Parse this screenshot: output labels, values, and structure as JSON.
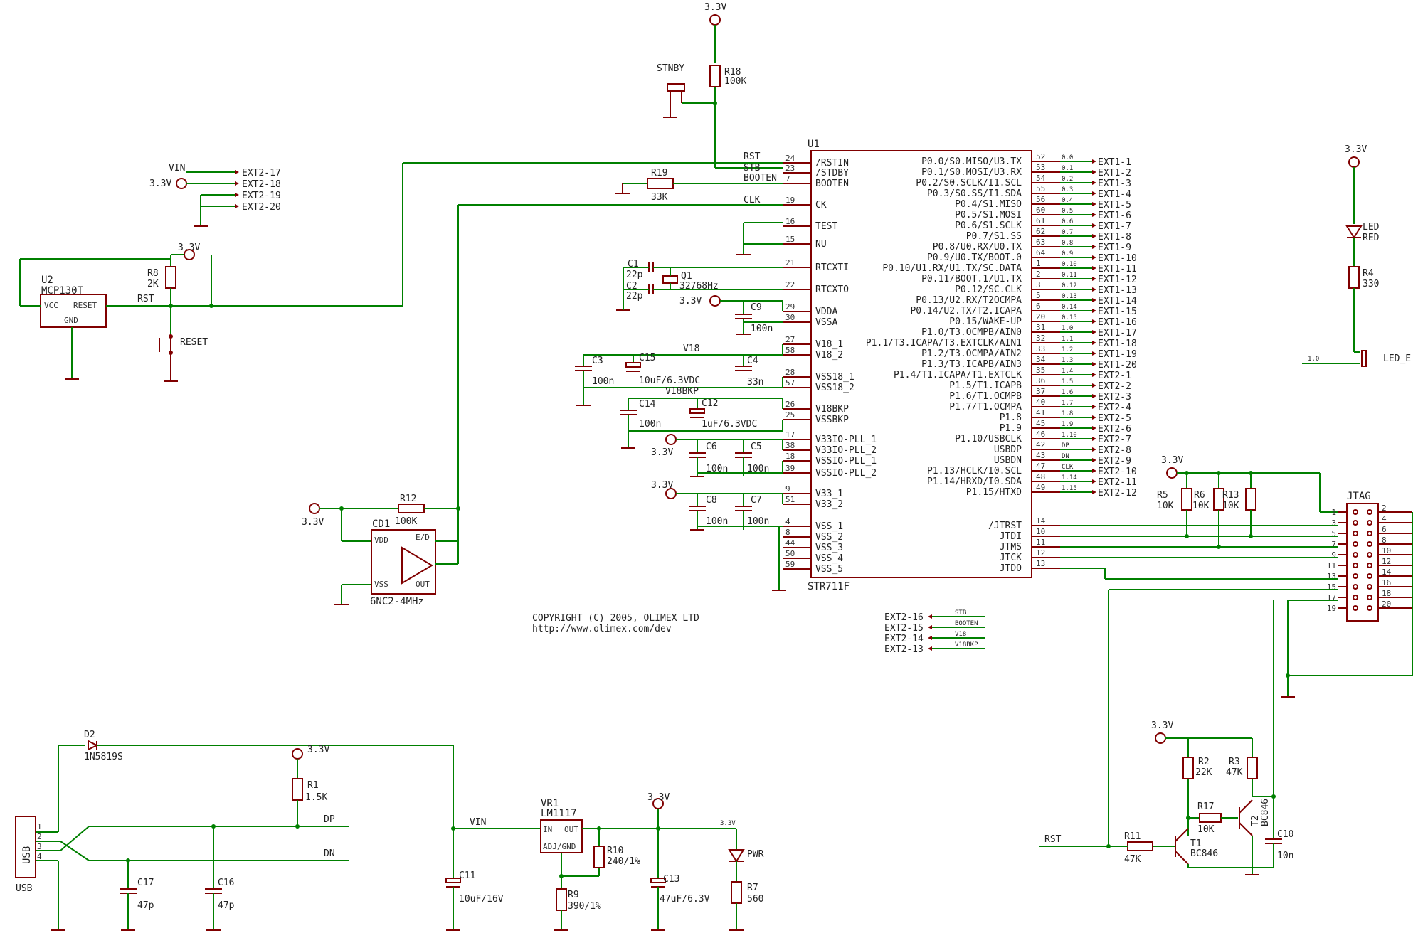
{
  "u1": {
    "name": "U1",
    "part": "STR711F",
    "left_pins": [
      {
        "n": "24",
        "f": "/RSTIN"
      },
      {
        "n": "23",
        "f": "/STDBY"
      },
      {
        "n": "7",
        "f": "BOOTEN"
      },
      {
        "n": "19",
        "f": "CK"
      },
      {
        "n": "16",
        "f": "TEST"
      },
      {
        "n": "15",
        "f": "NU"
      },
      {
        "n": "21",
        "f": "RTCXTI"
      },
      {
        "n": "22",
        "f": "RTCXTO"
      },
      {
        "n": "29",
        "f": "VDDA"
      },
      {
        "n": "30",
        "f": "VSSA"
      },
      {
        "n": "27",
        "f": "V18_1"
      },
      {
        "n": "58",
        "f": "V18_2"
      },
      {
        "n": "28",
        "f": "VSS18_1"
      },
      {
        "n": "57",
        "f": "VSS18_2"
      },
      {
        "n": "26",
        "f": "V18BKP"
      },
      {
        "n": "25",
        "f": "VSSBKP"
      },
      {
        "n": "17",
        "f": "V33IO-PLL_1"
      },
      {
        "n": "38",
        "f": "V33IO-PLL_2"
      },
      {
        "n": "18",
        "f": "VSSIO-PLL_1"
      },
      {
        "n": "39",
        "f": "VSSIO-PLL_2"
      },
      {
        "n": "9",
        "f": "V33_1"
      },
      {
        "n": "51",
        "f": "V33_2"
      },
      {
        "n": "4",
        "f": "VSS_1"
      },
      {
        "n": "8",
        "f": "VSS_2"
      },
      {
        "n": "44",
        "f": "VSS_3"
      },
      {
        "n": "50",
        "f": "VSS_4"
      },
      {
        "n": "59",
        "f": "VSS_5"
      }
    ],
    "right_pins": [
      {
        "f": "P0.0/S0.MISO/U3.TX",
        "n": "52",
        "net": "0.0",
        "ext": "EXT1-1"
      },
      {
        "f": "P0.1/S0.MOSI/U3.RX",
        "n": "53",
        "net": "0.1",
        "ext": "EXT1-2"
      },
      {
        "f": "P0.2/S0.SCLK/I1.SCL",
        "n": "54",
        "net": "0.2",
        "ext": "EXT1-3"
      },
      {
        "f": "P0.3/S0.SS/I1.SDA",
        "n": "55",
        "net": "0.3",
        "ext": "EXT1-4"
      },
      {
        "f": "P0.4/S1.MISO",
        "n": "56",
        "net": "0.4",
        "ext": "EXT1-5"
      },
      {
        "f": "P0.5/S1.MOSI",
        "n": "60",
        "net": "0.5",
        "ext": "EXT1-6"
      },
      {
        "f": "P0.6/S1.SCLK",
        "n": "61",
        "net": "0.6",
        "ext": "EXT1-7"
      },
      {
        "f": "P0.7/S1.SS",
        "n": "62",
        "net": "0.7",
        "ext": "EXT1-8"
      },
      {
        "f": "P0.8/U0.RX/U0.TX",
        "n": "63",
        "net": "0.8",
        "ext": "EXT1-9"
      },
      {
        "f": "P0.9/U0.TX/BOOT.0",
        "n": "64",
        "net": "0.9",
        "ext": "EXT1-10"
      },
      {
        "f": "P0.10/U1.RX/U1.TX/SC.DATA",
        "n": "1",
        "net": "0.10",
        "ext": "EXT1-11"
      },
      {
        "f": "P0.11/BOOT.1/U1.TX",
        "n": "2",
        "net": "0.11",
        "ext": "EXT1-12"
      },
      {
        "f": "P0.12/SC.CLK",
        "n": "3",
        "net": "0.12",
        "ext": "EXT1-13"
      },
      {
        "f": "P0.13/U2.RX/T2OCMPA",
        "n": "5",
        "net": "0.13",
        "ext": "EXT1-14"
      },
      {
        "f": "P0.14/U2.TX/T2.ICAPA",
        "n": "6",
        "net": "0.14",
        "ext": "EXT1-15"
      },
      {
        "f": "P0.15/WAKE-UP",
        "n": "20",
        "net": "0.15",
        "ext": "EXT1-16"
      },
      {
        "f": "P1.0/T3.OCMPB/AIN0",
        "n": "31",
        "net": "1.0",
        "ext": "EXT1-17"
      },
      {
        "f": "P1.1/T3.ICAPA/T3.EXTCLK/AIN1",
        "n": "32",
        "net": "1.1",
        "ext": "EXT1-18"
      },
      {
        "f": "P1.2/T3.OCMPA/AIN2",
        "n": "33",
        "net": "1.2",
        "ext": "EXT1-19"
      },
      {
        "f": "P1.3/T3.ICAPB/AIN3",
        "n": "34",
        "net": "1.3",
        "ext": "EXT1-20"
      },
      {
        "f": "P1.4/T1.ICAPA/T1.EXTCLK",
        "n": "35",
        "net": "1.4",
        "ext": "EXT2-1"
      },
      {
        "f": "P1.5/T1.ICAPB",
        "n": "36",
        "net": "1.5",
        "ext": "EXT2-2"
      },
      {
        "f": "P1.6/T1.OCMPB",
        "n": "37",
        "net": "1.6",
        "ext": "EXT2-3"
      },
      {
        "f": "P1.7/T1.OCMPA",
        "n": "40",
        "net": "1.7",
        "ext": "EXT2-4"
      },
      {
        "f": "P1.8",
        "n": "41",
        "net": "1.8",
        "ext": "EXT2-5"
      },
      {
        "f": "P1.9",
        "n": "45",
        "net": "1.9",
        "ext": "EXT2-6"
      },
      {
        "f": "P1.10/USBCLK",
        "n": "46",
        "net": "1.10",
        "ext": "EXT2-7"
      },
      {
        "f": "USBDP",
        "n": "42",
        "net": "DP",
        "ext": "EXT2-8"
      },
      {
        "f": "USBDN",
        "n": "43",
        "net": "DN",
        "ext": "EXT2-9"
      },
      {
        "f": "P1.13/HCLK/I0.SCL",
        "n": "47",
        "net": "CLK",
        "ext": "EXT2-10"
      },
      {
        "f": "P1.14/HRXD/I0.SDA",
        "n": "48",
        "net": "1.14",
        "ext": "EXT2-11"
      },
      {
        "f": "P1.15/HTXD",
        "n": "49",
        "net": "1.15",
        "ext": "EXT2-12"
      },
      {
        "f": "/JTRST",
        "n": "14",
        "net": "",
        "ext": ""
      },
      {
        "f": "JTDI",
        "n": "10",
        "net": "",
        "ext": ""
      },
      {
        "f": "JTMS",
        "n": "11",
        "net": "",
        "ext": ""
      },
      {
        "f": "JTCK",
        "n": "12",
        "net": "",
        "ext": ""
      },
      {
        "f": "JTDO",
        "n": "13",
        "net": "",
        "ext": ""
      }
    ]
  },
  "nets": {
    "rst": "RST",
    "stb": "STB",
    "booten": "BOOTEN",
    "clk": "CLK",
    "v18": "V18",
    "v18bkp": "V18BKP",
    "vin": "VIN",
    "dp": "DP",
    "dn": "DN",
    "v33": "3.3V",
    "rst2": "RST",
    "l0": "1.0"
  },
  "ext_top": [
    "EXT2-17",
    "EXT2-18",
    "EXT2-19",
    "EXT2-20"
  ],
  "ext_bottom": [
    {
      "ext": "EXT2-16",
      "net": "STB"
    },
    {
      "ext": "EXT2-15",
      "net": "BOOTEN"
    },
    {
      "ext": "EXT2-14",
      "net": "V18"
    },
    {
      "ext": "EXT2-13",
      "net": "V18BKP"
    }
  ],
  "parts": {
    "r18": [
      "R18",
      "100K"
    ],
    "stnby": "STNBY",
    "r19": [
      "R19",
      "33K"
    ],
    "u2": [
      "U2",
      "MCP130T"
    ],
    "u2pins": [
      "VCC",
      "RESET",
      "GND"
    ],
    "r8": [
      "R8",
      "2K"
    ],
    "reset_btn": "RESET",
    "c1": [
      "C1",
      "22p"
    ],
    "c2": [
      "C2",
      "22p"
    ],
    "q1": [
      "Q1",
      "32768Hz"
    ],
    "c9": [
      "C9",
      "100n"
    ],
    "c3": [
      "C3",
      "100n"
    ],
    "c15": [
      "C15",
      "10uF/6.3VDC"
    ],
    "c4": [
      "C4",
      "33n"
    ],
    "c14": [
      "C14",
      "100n"
    ],
    "c12": [
      "C12",
      "1uF/6.3VDC"
    ],
    "c6": [
      "C6",
      "100n"
    ],
    "c5": [
      "C5",
      "100n"
    ],
    "c8": [
      "C8",
      "100n"
    ],
    "c7": [
      "C7",
      "100n"
    ],
    "r12": [
      "R12",
      "100K"
    ],
    "cd1": [
      "CD1",
      "6NC2-4MHz"
    ],
    "cd1pins": [
      "VDD",
      "E/D",
      "VSS",
      "OUT"
    ],
    "led": [
      "LED",
      "RED"
    ],
    "r4": [
      "R4",
      "330"
    ],
    "led_e": "LED_E",
    "r5": [
      "R5",
      "10K"
    ],
    "r6": [
      "R6",
      "10K"
    ],
    "r13": [
      "R13",
      "10K"
    ],
    "jtag": "JTAG",
    "d2": [
      "D2",
      "1N5819S"
    ],
    "usb": "USB",
    "r1": [
      "R1",
      "1.5K"
    ],
    "c17": [
      "C17",
      "47p"
    ],
    "c16": [
      "C16",
      "47p"
    ],
    "c11": [
      "C11",
      "10uF/16V"
    ],
    "vr1": [
      "VR1",
      "LM1117"
    ],
    "vr1pins": [
      "IN",
      "OUT",
      "ADJ/GND"
    ],
    "r10": [
      "R10",
      "240/1%"
    ],
    "r9": [
      "R9",
      "390/1%"
    ],
    "c13": [
      "C13",
      "47uF/6.3V"
    ],
    "pwr": "PWR",
    "r7": [
      "R7",
      "560"
    ],
    "r2": [
      "R2",
      "22K"
    ],
    "r3": [
      "R3",
      "47K"
    ],
    "r17": [
      "R17",
      "10K"
    ],
    "r11": [
      "R11",
      "47K"
    ],
    "t1": [
      "T1",
      "BC846"
    ],
    "t2": [
      "T2",
      "BC846"
    ],
    "c10": [
      "C10",
      "10n"
    ]
  },
  "copyright": [
    "COPYRIGHT (C) 2005, OLIMEX LTD",
    "http://www.olimex.com/dev"
  ]
}
